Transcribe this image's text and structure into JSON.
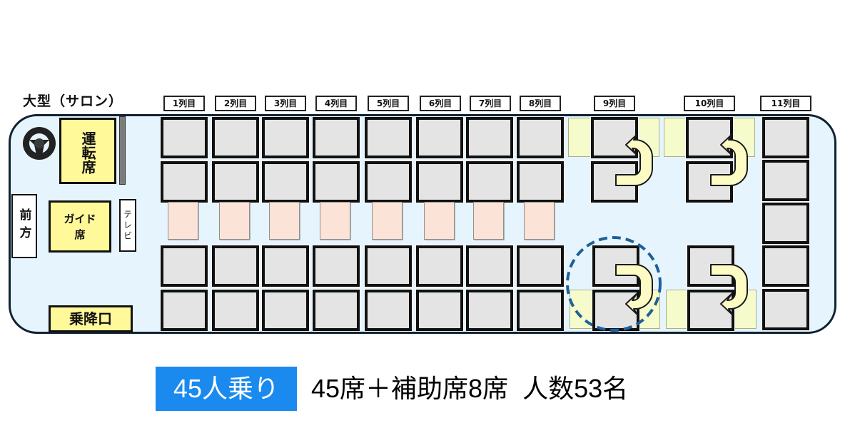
{
  "bus": {
    "title": "大型（サロン）",
    "driver_seat": "運転席",
    "guide_seat": "ガイド席",
    "tv": "テレビ",
    "front": "前方",
    "door": "乗降口",
    "steering_wheel_icon": "steering-wheel-icon"
  },
  "columns": [
    {
      "label": "1列目"
    },
    {
      "label": "2列目"
    },
    {
      "label": "3列目"
    },
    {
      "label": "4列目"
    },
    {
      "label": "5列目"
    },
    {
      "label": "6列目"
    },
    {
      "label": "7列目"
    },
    {
      "label": "8列目"
    },
    {
      "label": "9列目"
    },
    {
      "label": "10列目"
    },
    {
      "label": "11列目"
    }
  ],
  "summary": {
    "badge": "45人乗り",
    "detail": "45席＋補助席8席  人数53名"
  },
  "colors": {
    "badge_bg": "#1a8aee",
    "bus_interior": "#e6f5fd",
    "seat": "#e4e4e4",
    "aux_seat": "#fce3d7",
    "yellow_label": "#fff99a",
    "swing_zone": "#f6fbcb",
    "rotation_arrow": "#fdfbc4",
    "dashed_circle": "#1f5f9a"
  }
}
